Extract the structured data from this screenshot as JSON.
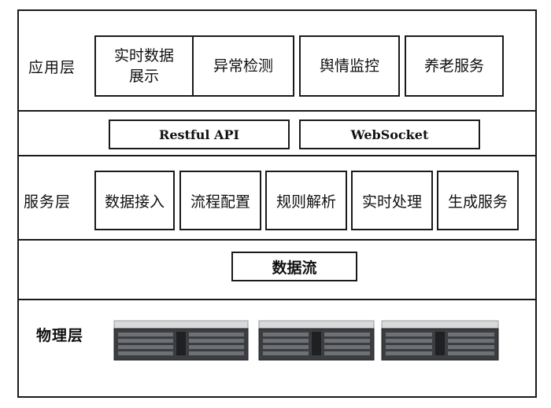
{
  "layers": {
    "application": {
      "label": "应用层",
      "modules": [
        {
          "line1": "实时数据",
          "line2": "展示"
        },
        {
          "text": "异常检测"
        },
        {
          "text": "舆情监控"
        },
        {
          "text": "养老服务"
        }
      ]
    },
    "interface": {
      "items": [
        "Restful API",
        "WebSocket"
      ]
    },
    "service": {
      "label": "服务层",
      "modules": [
        "数据接入",
        "流程配置",
        "规则解析",
        "实时处理",
        "生成服务"
      ]
    },
    "dataflow": {
      "label": "数据流"
    },
    "physical": {
      "label": "物理层",
      "servers": [
        "rack-server",
        "rack-server",
        "rack-server"
      ]
    }
  }
}
